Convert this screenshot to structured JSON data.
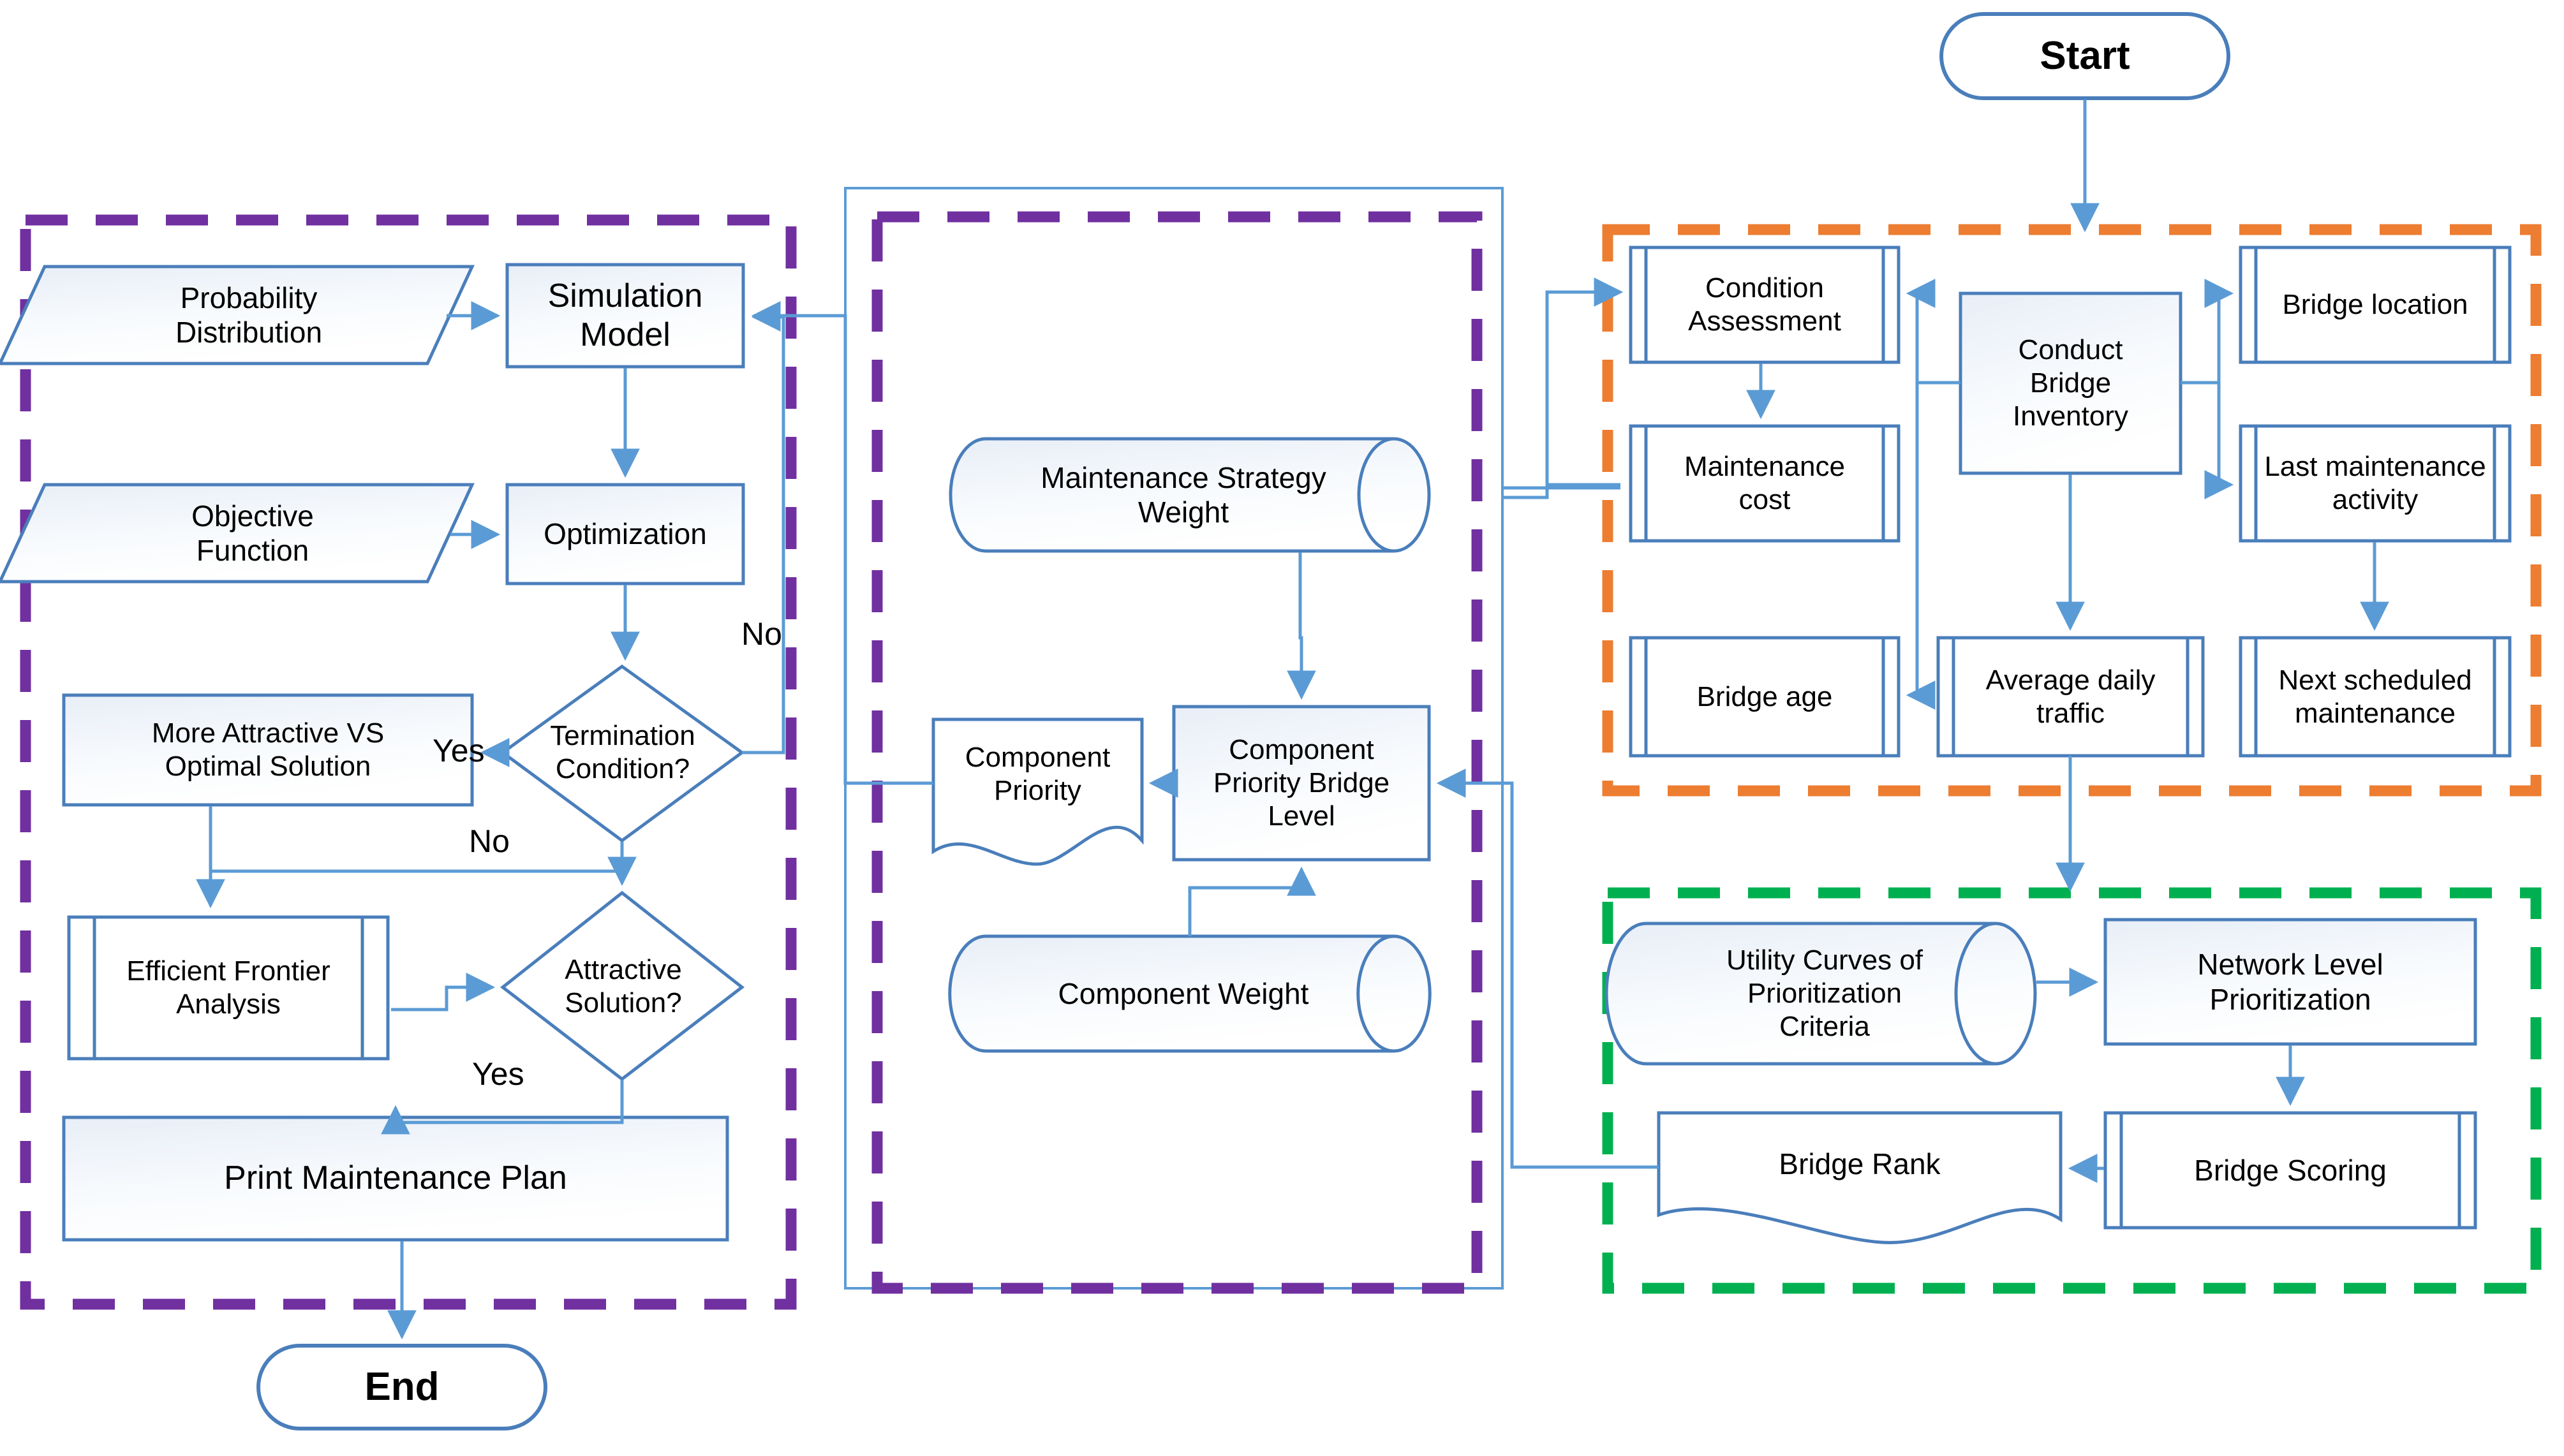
{
  "diagram": {
    "title": "Bridge Management System Flowchart",
    "colors": {
      "shape_stroke": "#5B9BD5",
      "shape_fill_top": "#EDF2F9",
      "shape_fill_bottom": "#FDFDFE",
      "connector": "#5B9BD5",
      "group_purple": "#7030A0",
      "group_orange": "#ED7D31",
      "group_green": "#00B050",
      "text": "#000000",
      "background": "#FFFFFF"
    }
  },
  "terminators": [
    {
      "id": "start",
      "label": "Start"
    },
    {
      "id": "end",
      "label": "End"
    }
  ],
  "groups": [
    {
      "id": "group-simulation-optimization",
      "color": "#7030A0",
      "style": "dashed"
    },
    {
      "id": "group-component-priority",
      "color": "#7030A0",
      "style": "dashed"
    },
    {
      "id": "group-bridge-inventory",
      "color": "#ED7D31",
      "style": "dashed"
    },
    {
      "id": "group-network-prioritization",
      "color": "#00B050",
      "style": "dashed"
    }
  ],
  "nodes": {
    "probability_distribution": {
      "label": "Probability\nDistribution",
      "shape": "parallelogram"
    },
    "simulation_model": {
      "label": "Simulation\nModel",
      "shape": "process"
    },
    "objective_function": {
      "label": "Objective\nFunction",
      "shape": "parallelogram"
    },
    "optimization": {
      "label": "Optimization",
      "shape": "process"
    },
    "termination_condition": {
      "label": "Termination\nCondition?",
      "shape": "decision"
    },
    "more_attractive_vs_optimal": {
      "label": "More Attractive VS\nOptimal Solution",
      "shape": "process"
    },
    "efficient_frontier_analysis": {
      "label": "Efficient Frontier\nAnalysis",
      "shape": "predefined-process"
    },
    "attractive_solution": {
      "label": "Attractive\nSolution?",
      "shape": "decision"
    },
    "print_maintenance_plan": {
      "label": "Print Maintenance Plan",
      "shape": "process"
    },
    "maintenance_strategy_weight": {
      "label": "Maintenance Strategy\nWeight",
      "shape": "cylinder"
    },
    "component_priority": {
      "label": "Component\nPriority",
      "shape": "document"
    },
    "component_priority_bridge_level": {
      "label": "Component\nPriority Bridge\nLevel",
      "shape": "process"
    },
    "component_weight": {
      "label": "Component  Weight",
      "shape": "cylinder"
    },
    "condition_assessment": {
      "label": "Condition\nAssessment",
      "shape": "predefined-process"
    },
    "maintenance_cost": {
      "label": "Maintenance\ncost",
      "shape": "predefined-process"
    },
    "bridge_age": {
      "label": "Bridge age",
      "shape": "predefined-process"
    },
    "conduct_bridge_inventory": {
      "label": "Conduct\nBridge\nInventory",
      "shape": "process"
    },
    "average_daily_traffic": {
      "label": "Average daily\ntraffic",
      "shape": "predefined-process"
    },
    "bridge_location": {
      "label": "Bridge location",
      "shape": "predefined-process"
    },
    "last_maintenance_activity": {
      "label": "Last maintenance\nactivity",
      "shape": "predefined-process"
    },
    "next_scheduled_maintenance": {
      "label": "Next scheduled\nmaintenance",
      "shape": "predefined-process"
    },
    "utility_curves": {
      "label": "Utility Curves of\nPrioritization\nCriteria",
      "shape": "cylinder-v"
    },
    "network_level_prioritization": {
      "label": "Network Level\nPrioritization",
      "shape": "process"
    },
    "bridge_scoring": {
      "label": "Bridge Scoring",
      "shape": "predefined-process"
    },
    "bridge_rank": {
      "label": "Bridge Rank",
      "shape": "document"
    }
  },
  "edge_labels": [
    {
      "id": "edge-label-no-termination-right",
      "text": "No"
    },
    {
      "id": "edge-label-yes-termination",
      "text": "Yes"
    },
    {
      "id": "edge-label-no-termination-down",
      "text": "No"
    },
    {
      "id": "edge-label-yes-attractive",
      "text": "Yes"
    }
  ]
}
